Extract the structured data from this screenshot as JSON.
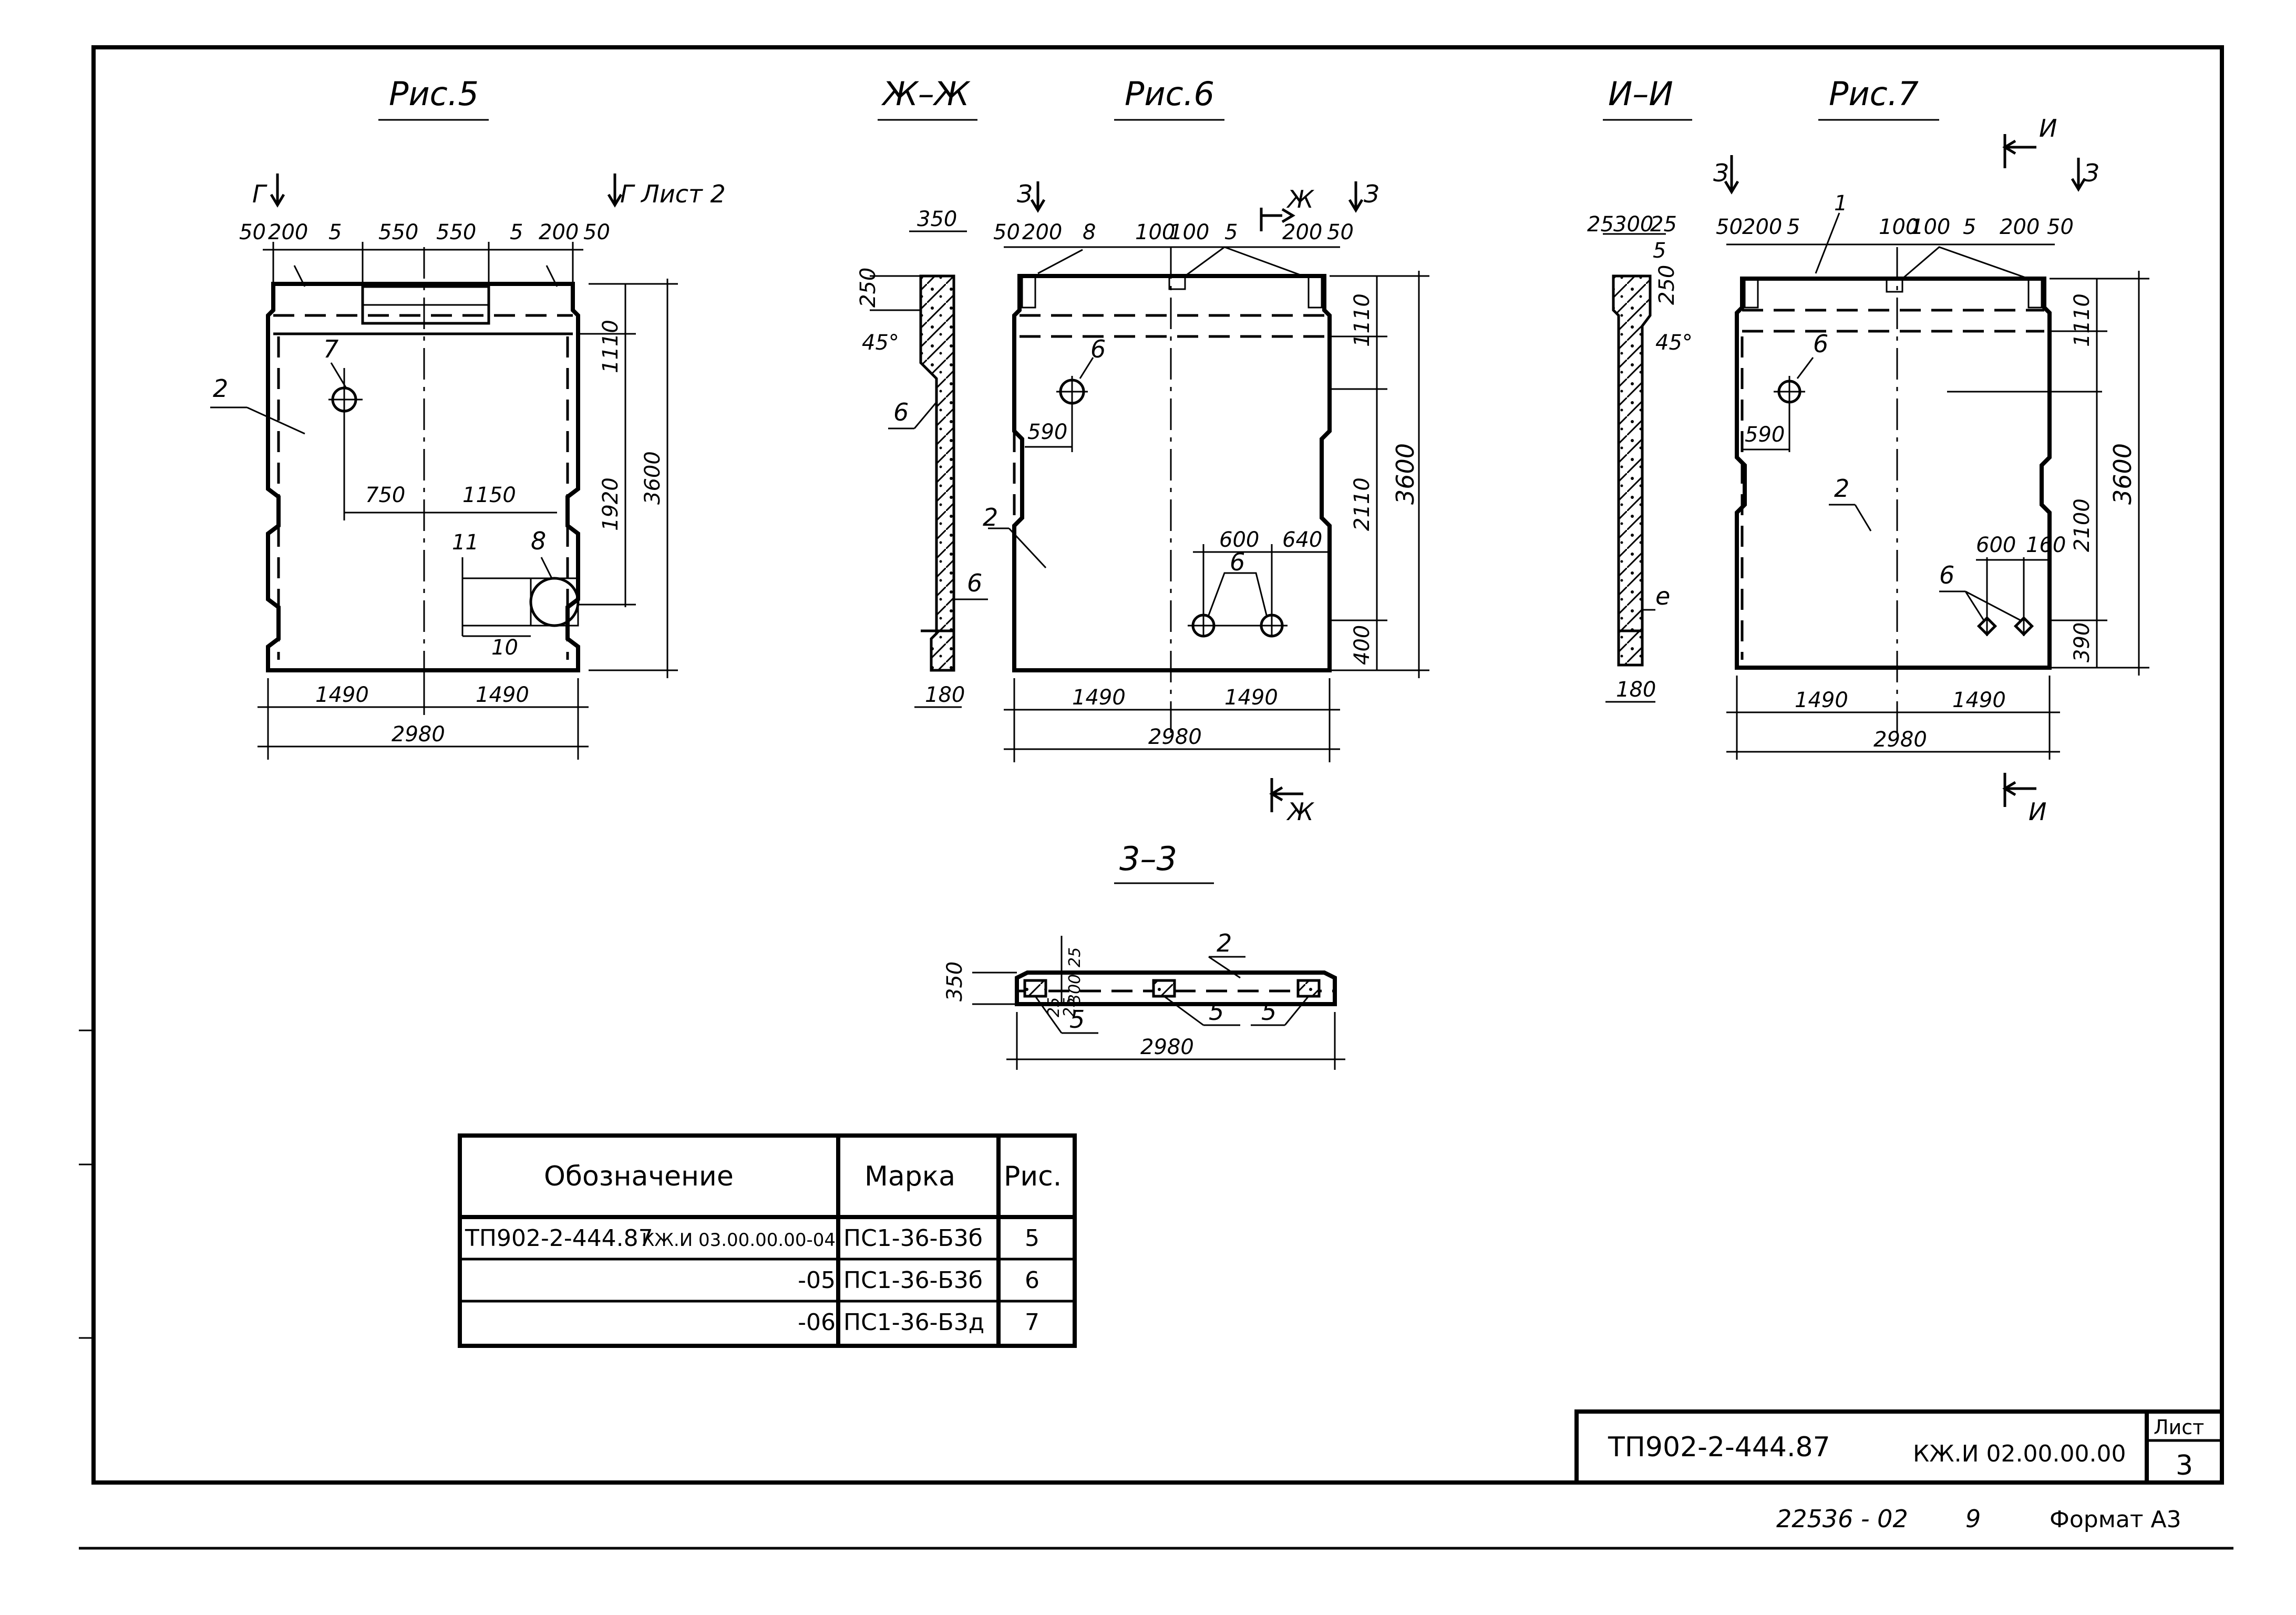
{
  "figures": {
    "fig5": {
      "title": "Рис.5",
      "section_marks": [
        "Г",
        "Г Лист 2"
      ],
      "dims_top": [
        "50",
        "200",
        "5",
        "550",
        "550",
        "5",
        "200",
        "50"
      ],
      "dims_right": [
        "1110",
        "1920",
        "3600"
      ],
      "dims_inner": [
        "750",
        "1150",
        "11",
        "10"
      ],
      "dims_bottom": [
        "1490",
        "1490",
        "2980"
      ],
      "callouts": [
        "2",
        "7",
        "8"
      ]
    },
    "sectionZh": {
      "title": "Ж–Ж",
      "dims": [
        "350",
        "250",
        "45°",
        "180"
      ],
      "callouts": [
        "6",
        "6"
      ]
    },
    "fig6": {
      "title": "Рис.6",
      "section_marks": [
        "З",
        "Ж",
        "З"
      ],
      "dims_top": [
        "50",
        "200",
        "8",
        "100",
        "100",
        "5",
        "200",
        "50"
      ],
      "dims_right": [
        "1110",
        "2110",
        "3600",
        "400"
      ],
      "dims_inner": [
        "590",
        "600",
        "640"
      ],
      "dims_bottom": [
        "1490",
        "1490",
        "2980"
      ],
      "callouts": [
        "6",
        "2",
        "6"
      ],
      "bottom_mark": "Ж"
    },
    "sectionI": {
      "title": "И–И",
      "dims": [
        "25",
        "300",
        "25",
        "5",
        "250",
        "45°",
        "180"
      ],
      "callouts": [
        "е"
      ]
    },
    "fig7": {
      "title": "Рис.7",
      "section_marks": [
        "З",
        "И",
        "З"
      ],
      "dims_top": [
        "50",
        "200",
        "5",
        "1",
        "100",
        "100",
        "5",
        "200",
        "50"
      ],
      "dims_right": [
        "1110",
        "2100",
        "3600",
        "390"
      ],
      "dims_inner": [
        "590",
        "600",
        "160"
      ],
      "dims_bottom": [
        "1490",
        "1490",
        "2980"
      ],
      "callouts": [
        "6",
        "2",
        "6"
      ],
      "bottom_mark": "И"
    },
    "section33": {
      "title": "3–3",
      "dims": [
        "350",
        "25",
        "300",
        "25",
        "25",
        "2980"
      ],
      "callouts": [
        "2",
        "5",
        "5",
        "5"
      ]
    }
  },
  "table": {
    "headers": [
      "Обозначение",
      "Марка",
      "Рис."
    ],
    "rows": [
      {
        "designation": "ТП902-2-444.87",
        "code": "КЖ.И 03.00.00.00-04",
        "mark": "ПС1-36-Б3б",
        "fig": "5"
      },
      {
        "designation": "",
        "code": "-05",
        "mark": "ПС1-36-Б3б",
        "fig": "6"
      },
      {
        "designation": "",
        "code": "-06",
        "mark": "ПС1-36-Б3д",
        "fig": "7"
      }
    ]
  },
  "title_block": {
    "project": "ТП902-2-444.87",
    "code": "КЖ.И 02.00.00.00",
    "sheet_label": "Лист",
    "sheet_number": "3"
  },
  "footer": {
    "inventory": "22536 - 02",
    "page": "9",
    "format": "Формат А3"
  }
}
